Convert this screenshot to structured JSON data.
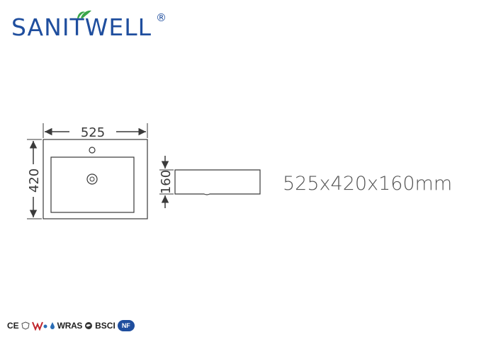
{
  "brand": {
    "name": "SANITWELL",
    "registered_mark": "®",
    "color": "#1f4e9e",
    "leaf_color": "#3aa64a"
  },
  "drawing": {
    "top_view": {
      "width_label": "525",
      "depth_label": "420"
    },
    "side_view": {
      "height_label": "160"
    },
    "line_color": "#3a3a3a"
  },
  "dimensions_text": "525x420x160mm",
  "certifications": {
    "ce": "CE",
    "wras": "WRAS",
    "bsci": "BSCI",
    "nf": "NF"
  }
}
